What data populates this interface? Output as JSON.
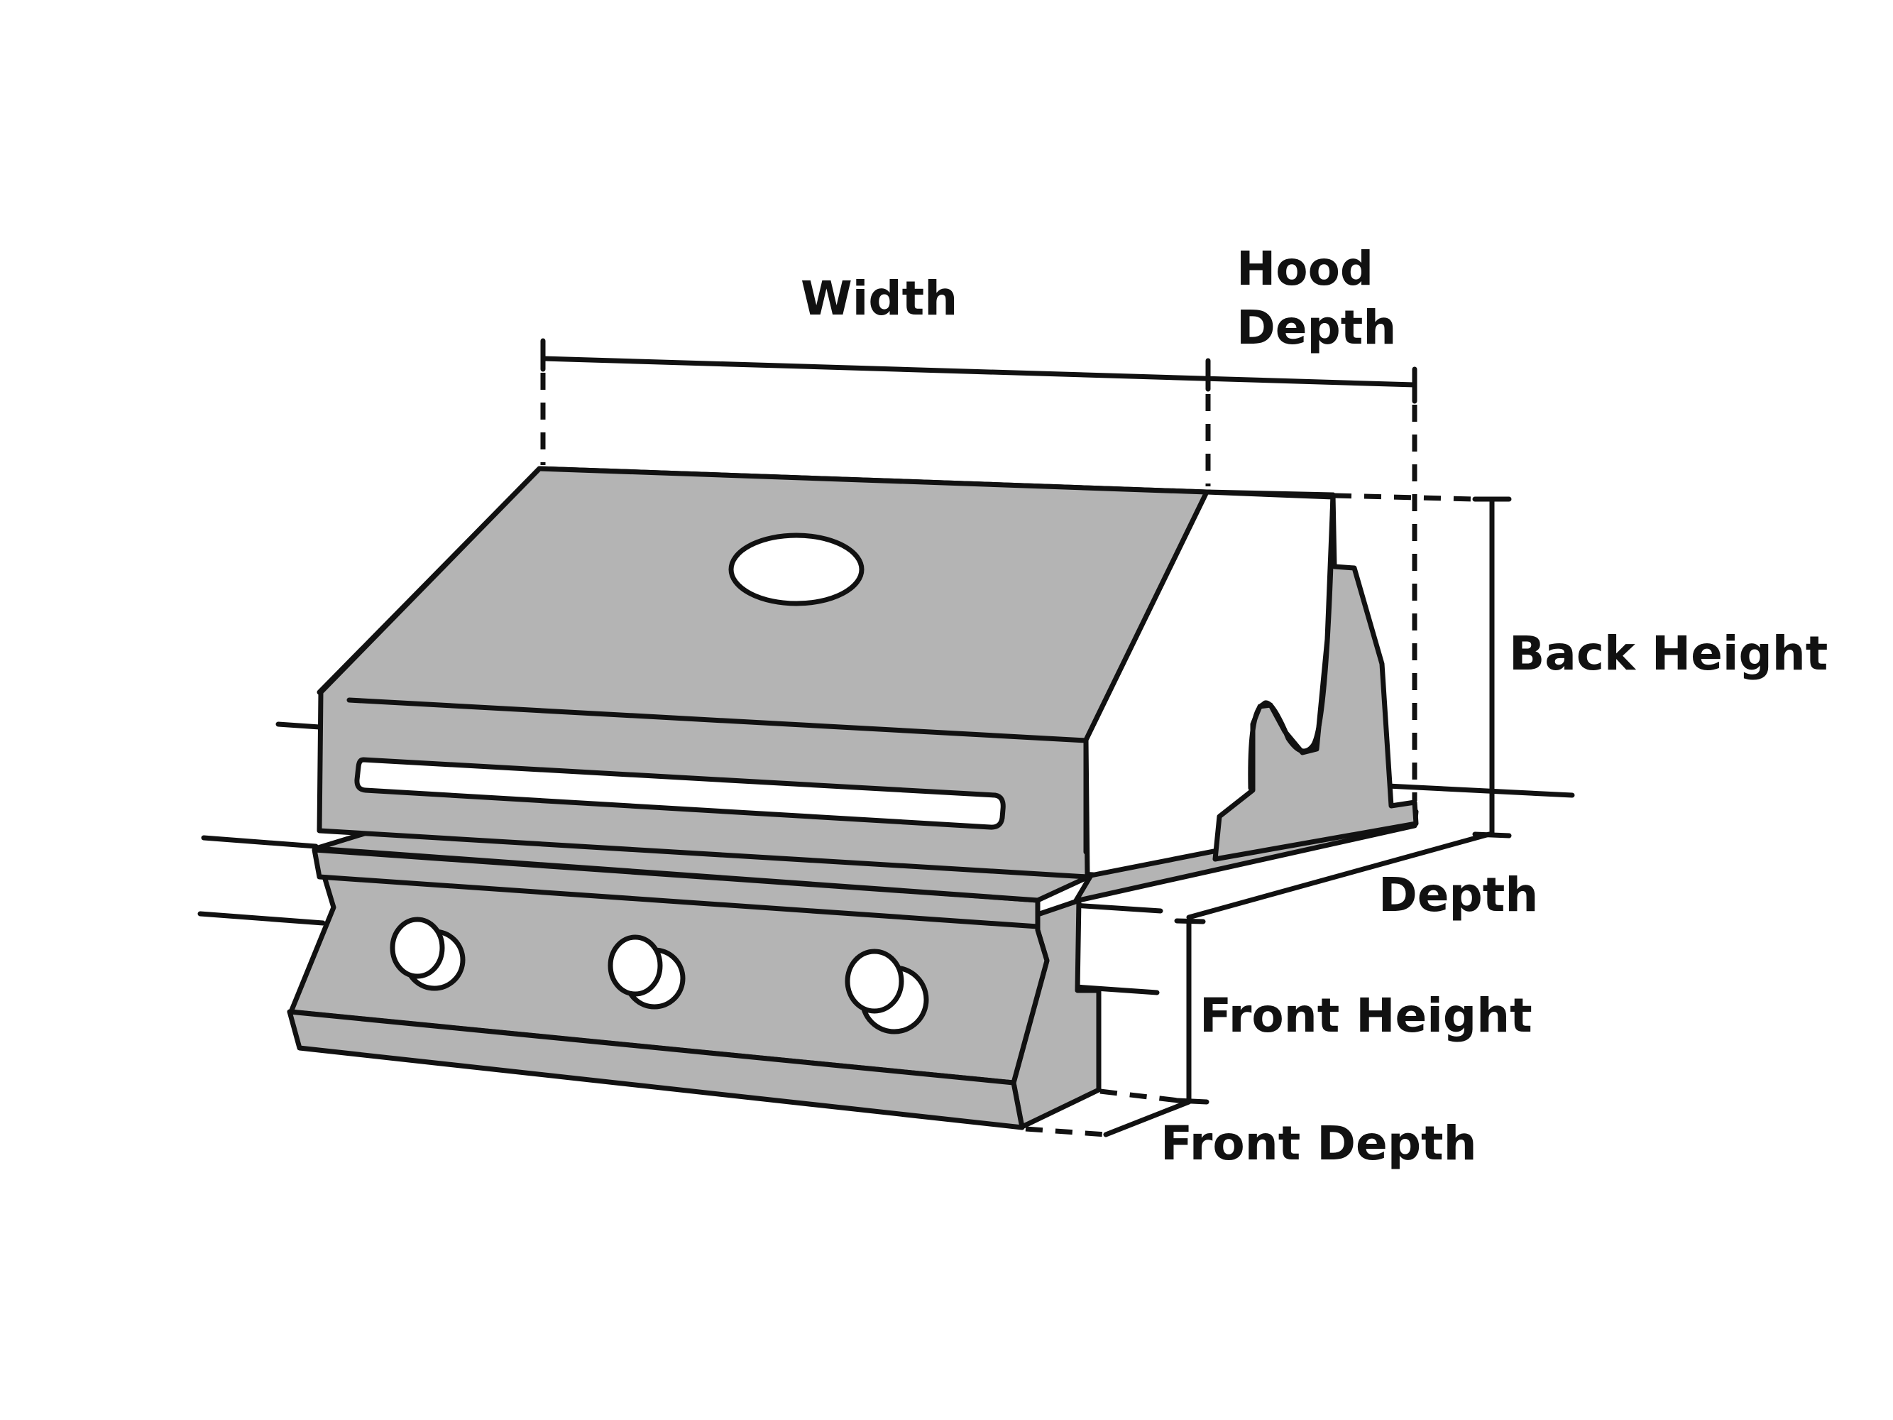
{
  "labels": {
    "width": "Width",
    "hood_depth_line1": "Hood",
    "hood_depth_line2": "Depth",
    "back_height": "Back Height",
    "depth": "Depth",
    "front_height": "Front Height",
    "front_depth": "Front Depth"
  },
  "colors": {
    "grill_body": "#b4b4b4",
    "outline": "#111111",
    "highlight": "#ffffff"
  }
}
